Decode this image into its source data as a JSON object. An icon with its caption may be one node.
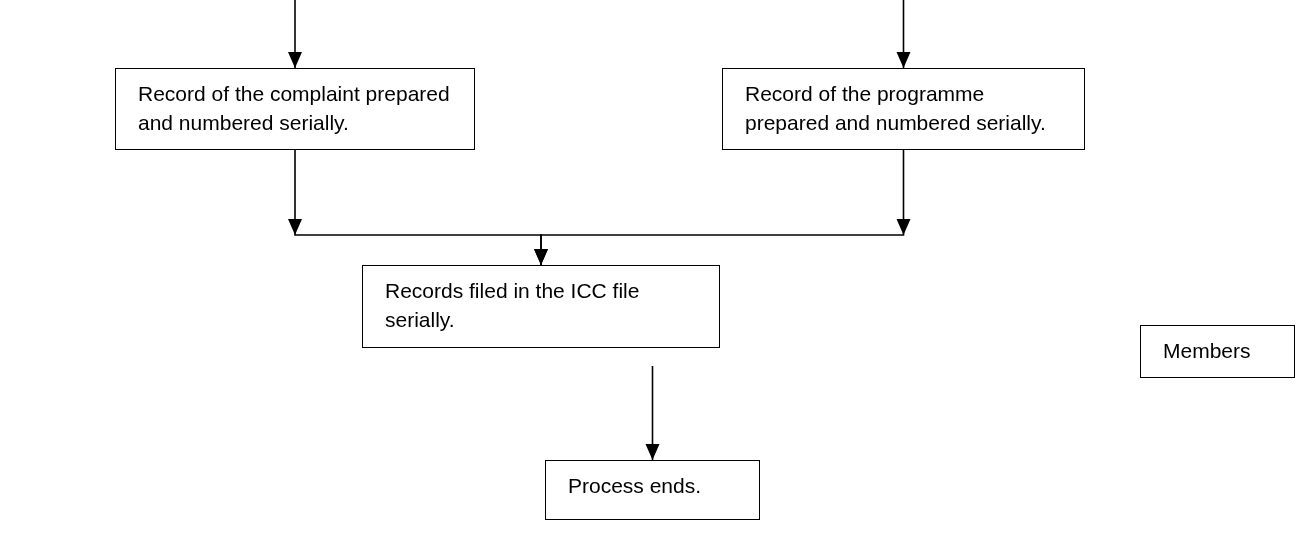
{
  "diagram": {
    "nodes": [
      {
        "text": [
          "Record of the complaint prepared and numbered serially."
        ]
      },
      {
        "text": [
          "Record of the programme prepared and numbered serially."
        ]
      },
      {
        "text": [
          "Records filed in the ICC file serially."
        ]
      },
      {
        "text": [
          "Process ends."
        ]
      },
      {
        "text": [
          "Members"
        ]
      }
    ],
    "edges": [
      {
        "from": null,
        "to": 0,
        "arrow": "to"
      },
      {
        "from": null,
        "to": 1,
        "arrow": "to"
      },
      {
        "from": 0,
        "to": 2,
        "arrow": "to"
      },
      {
        "from": 1,
        "to": 2,
        "arrow": "to"
      },
      {
        "from": 2,
        "to": 3,
        "arrow": "to"
      }
    ]
  }
}
